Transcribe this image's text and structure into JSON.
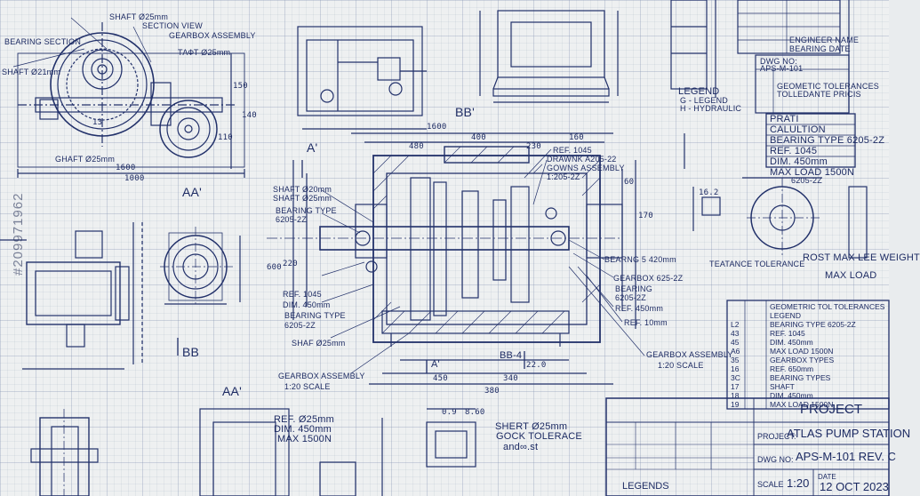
{
  "watermark": "#209971962",
  "sections": {
    "bb_top": "BB'",
    "a": "A'",
    "aa_left": "AA'",
    "bb_left": "BB",
    "aa_bottom": "AA'",
    "b4": "BB-4",
    "a_small": "A'"
  },
  "top_left": {
    "labels": [
      "SHAFT Ø25mm",
      "SECTION VIEW",
      "GEARBOX ASSEMBLY",
      "BEARING SECTION",
      "SHAFT Ø21mm",
      "ТАФТ Ø25mm",
      "GHAFT Ø25mm"
    ],
    "dims": [
      "1600",
      "1000",
      "150",
      "140",
      "110",
      "13"
    ]
  },
  "center_labels": {
    "left": [
      "SHAFT Ø20mm",
      "SHAFT Ø25mm",
      "BEARING TYPE",
      "6205-2Z",
      "REF. 1045",
      "DIM. 450mm",
      "BEARING TYPE",
      "6205-2Z",
      "SHAF Ø25mm",
      "GEARBOX ASSEMBLY",
      "1:20 SCALE"
    ],
    "right": [
      "REF. 1045",
      "DRAWNK A205-22",
      "GOWNS ASSEMBLY",
      "1:205-2Z",
      "BEARNG 5 420mm",
      "GEARBOX 625-2Z",
      "BEARING",
      "6205-2Z",
      "REF. 450mm",
      "REF. 10mm",
      "GEARBOX ASSEMBLY",
      "1:20 SCALE"
    ],
    "dims_top": [
      "1600",
      "400",
      "480",
      "230",
      "160"
    ],
    "dims_bottom": [
      "450",
      "22.0",
      "340",
      "380"
    ],
    "dims_side": [
      "600",
      "220",
      "170",
      "60"
    ]
  },
  "lower_center": {
    "ref": "REF. Ø25mm",
    "dim": "DIM. 450mm",
    "max": "MAX 1500N"
  },
  "lower_right_note": {
    "line1": "SHERT Ø25mm",
    "line2": "GOCK TOLERACE",
    "line3": "and∞.st",
    "dims": [
      "0.9",
      "8.60"
    ]
  },
  "legend_mid": {
    "title": "LEGEND",
    "g": "G - LEGEND",
    "h": "H - HYDRAULIC"
  },
  "spec_box": {
    "title": "PRATI",
    "rows": [
      "CALULTION",
      "BEARING TYPE 6205-2Z",
      "REF. 1045",
      "DIM. 450mm",
      "MAX LOAD 1500N"
    ]
  },
  "top_right_box": {
    "lines": [
      "DWG NO:",
      "APS-M-101",
      "GEOMETIC TOLERANCES",
      "TOLLEDANTE PRICIS",
      "ENGINEER NAME",
      "BEARING DATE"
    ]
  },
  "right_detail": {
    "labels": [
      "ROST MAX LEE WEIGHT",
      "MAX LOAD",
      "TEATANCE TOLERANCE",
      "6205-2Z",
      "16.2"
    ]
  },
  "tolerance_table": {
    "rows": [
      {
        "code": "",
        "text": "GEOMETRIC TOL TOLERANCES"
      },
      {
        "code": "",
        "text": "LEGEND"
      },
      {
        "code": "L2",
        "text": "BEARING TYPE 6205-2Z"
      },
      {
        "code": "43",
        "text": "REF. 1045"
      },
      {
        "code": "45",
        "text": "DIM. 450mm"
      },
      {
        "code": "A6",
        "text": "MAX LOAD 1500N"
      },
      {
        "code": "35",
        "text": "GEARBOX TYPES"
      },
      {
        "code": "16",
        "text": "REF. 650mm"
      },
      {
        "code": "3C",
        "text": "BEARING TYPES"
      },
      {
        "code": "17",
        "text": "SHAFT"
      },
      {
        "code": "18",
        "text": "DIM. 450mm"
      },
      {
        "code": "19",
        "text": "MAX LOAD 1500N"
      }
    ]
  },
  "title_block": {
    "project_title": "PROJECT",
    "project_label": "PROJECT:",
    "project_value": "ATLAS PUMP STATION",
    "dwg_label": "DWG NO:",
    "dwg_value": "APS-M-101 REV. C",
    "scale_label": "SCALE",
    "scale_value": "1:20",
    "date_label": "DATE",
    "date_value": "12 OCT 2023",
    "legends": "LEGENDS"
  },
  "colors": {
    "ink": "#22316a",
    "paper": "#eef0f1"
  }
}
